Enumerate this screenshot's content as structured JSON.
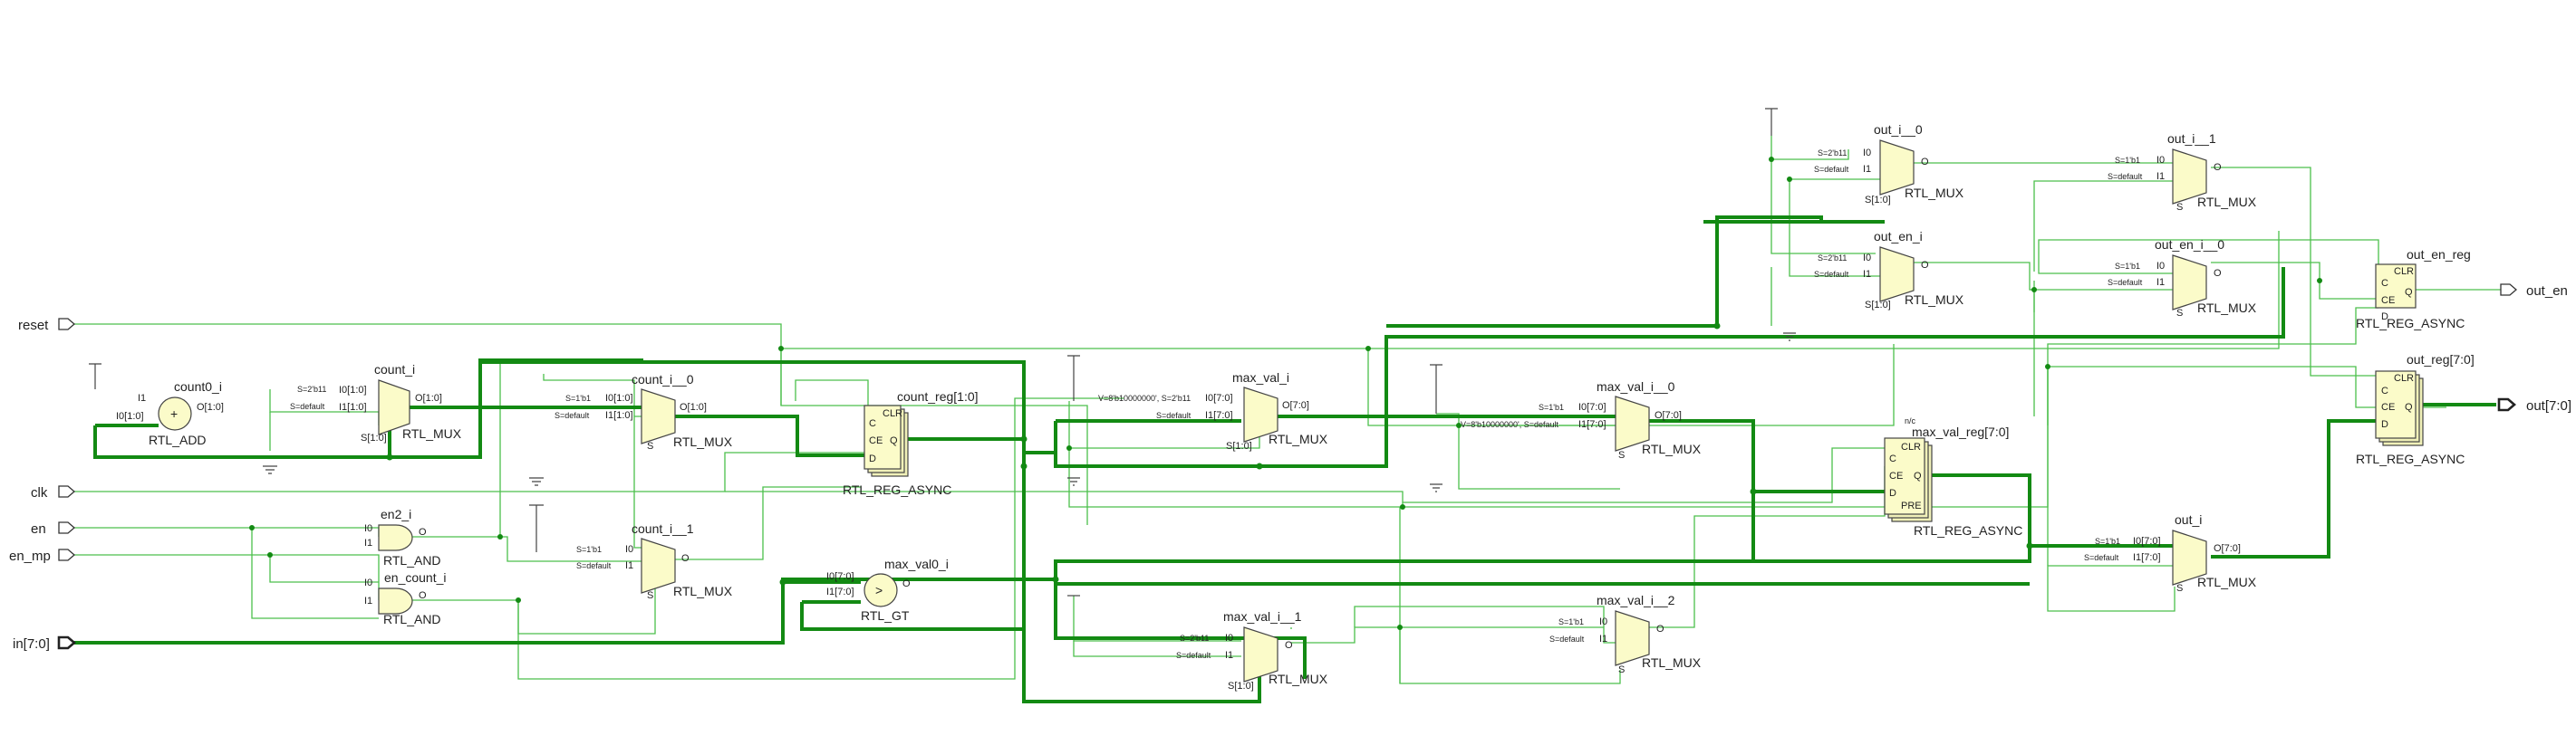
{
  "ports": {
    "reset": "reset",
    "clk": "clk",
    "en": "en",
    "en_mp": "en_mp",
    "in": "in[7:0]",
    "out_en": "out_en",
    "out": "out[7:0]"
  },
  "cells": {
    "count0_i": {
      "name": "count0_i",
      "type": "RTL_ADD",
      "symbol": "+",
      "pin_i0": "I0[1:0]",
      "pin_i1": "I1",
      "pin_o": "O[1:0]"
    },
    "count_i": {
      "name": "count_i",
      "type": "RTL_MUX",
      "pin_i0": "I0[1:0]",
      "pin_i1": "I1[1:0]",
      "pin_s": "S[1:0]",
      "pin_o": "O[1:0]",
      "sel0": "S=2'b11",
      "sel1": "S=default"
    },
    "count_i__0": {
      "name": "count_i__0",
      "type": "RTL_MUX",
      "pin_i0": "I0[1:0]",
      "pin_i1": "I1[1:0]",
      "pin_s": "S",
      "pin_o": "O[1:0]",
      "sel0": "S=1'b1",
      "sel1": "S=default"
    },
    "count_i__1": {
      "name": "count_i__1",
      "type": "RTL_MUX",
      "pin_i0": "I0",
      "pin_i1": "I1",
      "pin_s": "S",
      "pin_o": "O",
      "sel0": "S=1'b1",
      "sel1": "S=default"
    },
    "count_reg": {
      "name": "count_reg[1:0]",
      "type": "RTL_REG_ASYNC",
      "pin_clr": "CLR",
      "pin_c": "C",
      "pin_ce": "CE",
      "pin_d": "D",
      "pin_q": "Q"
    },
    "en2_i": {
      "name": "en2_i",
      "type": "RTL_AND",
      "pin_i0": "I0",
      "pin_i1": "I1",
      "pin_o": "O"
    },
    "en_count_i": {
      "name": "en_count_i",
      "type": "RTL_AND",
      "pin_i0": "I0",
      "pin_i1": "I1",
      "pin_o": "O"
    },
    "max_val0_i": {
      "name": "max_val0_i",
      "type": "RTL_GT",
      "symbol": ">",
      "pin_i0": "I0[7:0]",
      "pin_i1": "I1[7:0]",
      "pin_o": "O"
    },
    "max_val_i": {
      "name": "max_val_i",
      "type": "RTL_MUX",
      "pin_i0": "I0[7:0]",
      "pin_i1": "I1[7:0]",
      "pin_s": "S[1:0]",
      "pin_o": "O[7:0]",
      "sel0": "V=8'b10000000', S=2'b11",
      "sel1": "S=default"
    },
    "max_val_i__0": {
      "name": "max_val_i__0",
      "type": "RTL_MUX",
      "pin_i0": "I0[7:0]",
      "pin_i1": "I1[7:0]",
      "pin_s": "S",
      "pin_o": "O[7:0]",
      "sel0": "S=1'b1",
      "sel1": "V=8'b10000000', S=default"
    },
    "max_val_i__1": {
      "name": "max_val_i__1",
      "type": "RTL_MUX",
      "pin_i0": "I0",
      "pin_i1": "I1",
      "pin_s": "S[1:0]",
      "pin_o": "O",
      "sel0": "S=2'b11",
      "sel1": "S=default"
    },
    "max_val_i__2": {
      "name": "max_val_i__2",
      "type": "RTL_MUX",
      "pin_i0": "I0",
      "pin_i1": "I1",
      "pin_s": "S",
      "pin_o": "O",
      "sel0": "S=1'b1",
      "sel1": "S=default"
    },
    "max_val_reg": {
      "name": "max_val_reg[7:0]",
      "type": "RTL_REG_ASYNC",
      "pin_clr": "CLR",
      "pin_c": "C",
      "pin_ce": "CE",
      "pin_d": "D",
      "pin_q": "Q",
      "pin_pre": "PRE",
      "note": "n/c"
    },
    "out_i__0": {
      "name": "out_i__0",
      "type": "RTL_MUX",
      "pin_i0": "I0",
      "pin_i1": "I1",
      "pin_s": "S[1:0]",
      "pin_o": "O",
      "sel0": "S=2'b11",
      "sel1": "S=default"
    },
    "out_en_i": {
      "name": "out_en_i",
      "type": "RTL_MUX",
      "pin_i0": "I0",
      "pin_i1": "I1",
      "pin_s": "S[1:0]",
      "pin_o": "O",
      "sel0": "S=2'b11",
      "sel1": "S=default"
    },
    "out_i__1": {
      "name": "out_i__1",
      "type": "RTL_MUX",
      "pin_i0": "I0",
      "pin_i1": "I1",
      "pin_s": "S",
      "pin_o": "O",
      "sel0": "S=1'b1",
      "sel1": "S=default"
    },
    "out_en_i__0": {
      "name": "out_en_i__0",
      "type": "RTL_MUX",
      "pin_i0": "I0",
      "pin_i1": "I1",
      "pin_s": "S",
      "pin_o": "O",
      "sel0": "S=1'b1",
      "sel1": "S=default"
    },
    "out_i": {
      "name": "out_i",
      "type": "RTL_MUX",
      "pin_i0": "I0[7:0]",
      "pin_i1": "I1[7:0]",
      "pin_s": "S",
      "pin_o": "O[7:0]",
      "sel0": "S=1'b1",
      "sel1": "S=default"
    },
    "out_en_reg": {
      "name": "out_en_reg",
      "type": "RTL_REG_ASYNC",
      "pin_clr": "CLR",
      "pin_c": "C",
      "pin_ce": "CE",
      "pin_d": "D",
      "pin_q": "Q"
    },
    "out_reg": {
      "name": "out_reg[7:0]",
      "type": "RTL_REG_ASYNC",
      "pin_clr": "CLR",
      "pin_c": "C",
      "pin_ce": "CE",
      "pin_d": "D",
      "pin_q": "Q"
    }
  },
  "colors": {
    "wire": "#4cbf4c",
    "bus": "#138a13",
    "cell_fill": "#fbfbc9"
  }
}
